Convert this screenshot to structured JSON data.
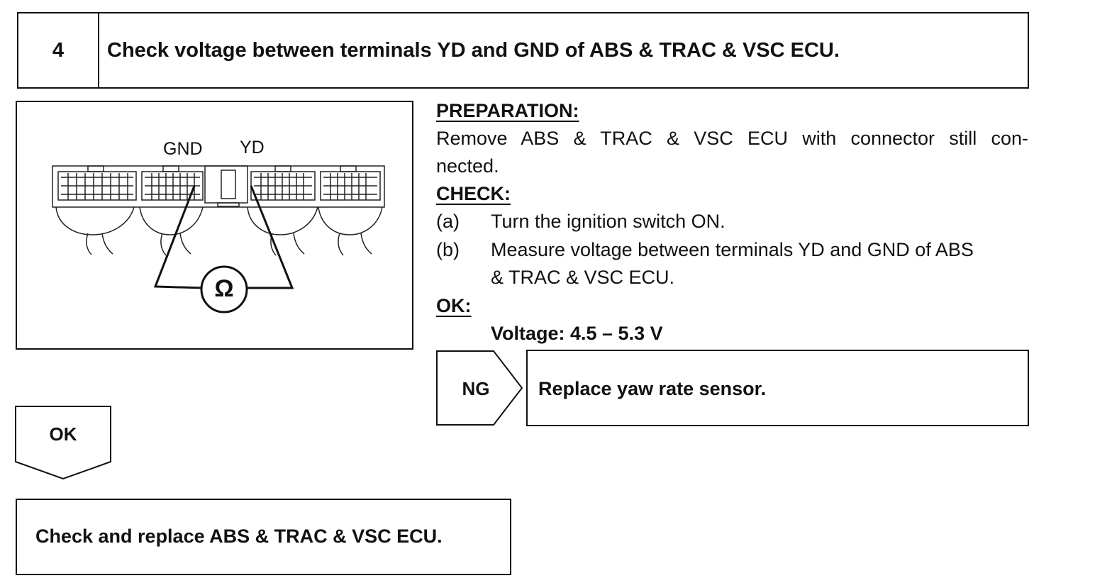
{
  "header": {
    "step_number": "4",
    "title": "Check voltage between terminals YD and GND of ABS & TRAC & VSC ECU."
  },
  "diagram": {
    "label_gnd": "GND",
    "label_yd": "YD",
    "meter_symbol": "Ω",
    "icon": "ohmmeter-icon"
  },
  "preparation": {
    "heading": "PREPARATION:",
    "line1": "Remove ABS & TRAC & VSC ECU with connector still con-",
    "line2": "nected."
  },
  "check": {
    "heading": "CHECK:",
    "steps": [
      {
        "marker": "(a)",
        "line1": "Turn the ignition switch ON.",
        "line2": ""
      },
      {
        "marker": "(b)",
        "line1": "Measure voltage between terminals YD and GND of ABS",
        "line2": "& TRAC & VSC ECU."
      }
    ]
  },
  "ok_spec": {
    "heading": "OK:",
    "value": "Voltage: 4.5 – 5.3 V"
  },
  "ng_branch": {
    "label": "NG",
    "action": "Replace yaw rate sensor."
  },
  "ok_branch": {
    "label": "OK",
    "action": "Check and replace ABS & TRAC & VSC ECU."
  }
}
